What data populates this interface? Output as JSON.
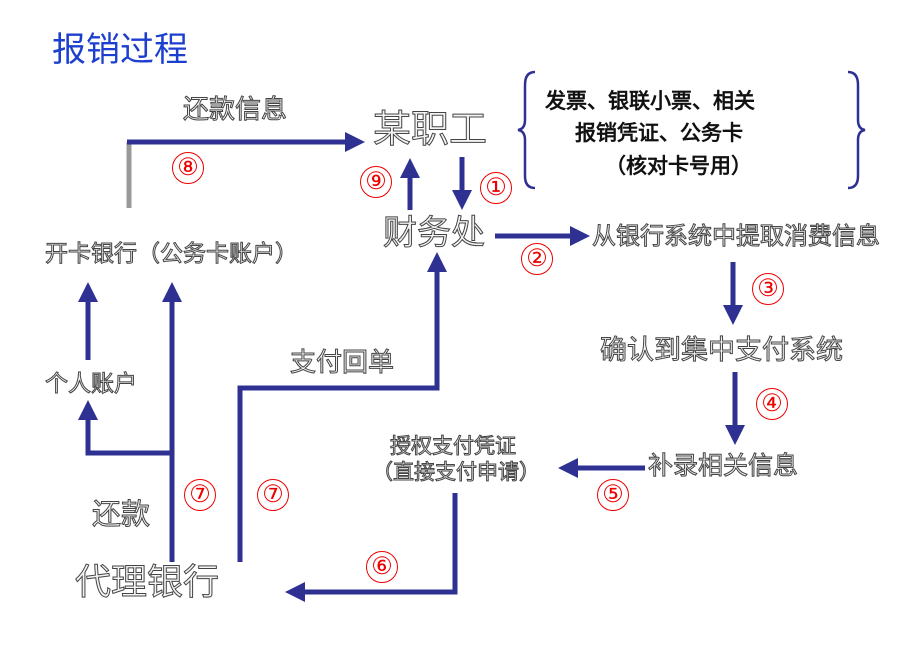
{
  "title": "报销过程",
  "nodes": {
    "employee": "某职工",
    "finance": "财务处",
    "extract": "从银行系统中提取消费信息",
    "confirm": "确认到集中支付系统",
    "supplement": "补录相关信息",
    "voucher_line1": "授权支付凭证",
    "voucher_line2": "（直接支付申请）",
    "agent_bank": "代理银行",
    "card_bank": "开卡银行（公务卡账户）",
    "personal_account": "个人账户"
  },
  "labels": {
    "repay_info": "还款信息",
    "payment_receipt": "支付回单",
    "repay": "还款"
  },
  "brace_note": {
    "line1": "发票、银联小票、相关",
    "line2": "报销凭证、公务卡",
    "line3": "（核对卡号用）"
  },
  "steps": [
    "①",
    "②",
    "③",
    "④",
    "⑤",
    "⑥",
    "⑦",
    "⑦",
    "⑧",
    "⑨"
  ],
  "colors": {
    "arrow": "#2e3192",
    "title": "#1c3fd0",
    "step": "#e00000"
  }
}
